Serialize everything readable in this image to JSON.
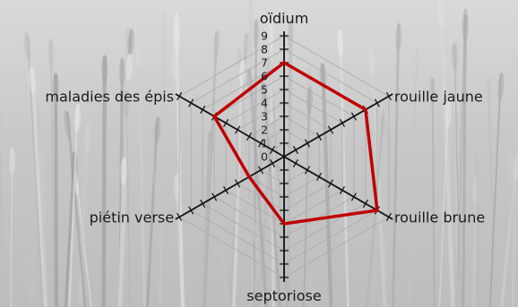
{
  "chart_data": {
    "type": "radar",
    "categories": [
      "oïdium",
      "rouille jaune",
      "rouille brune",
      "septoriose",
      "piétin verse",
      "maladies des épis"
    ],
    "series": [
      {
        "values": [
          7,
          7,
          8,
          5,
          3,
          6
        ],
        "color": "#c00000"
      }
    ],
    "rlim": [
      0,
      9
    ],
    "ticks": [
      "0",
      "1",
      "2",
      "3",
      "4",
      "5",
      "6",
      "7",
      "8",
      "9"
    ],
    "grid": true
  }
}
